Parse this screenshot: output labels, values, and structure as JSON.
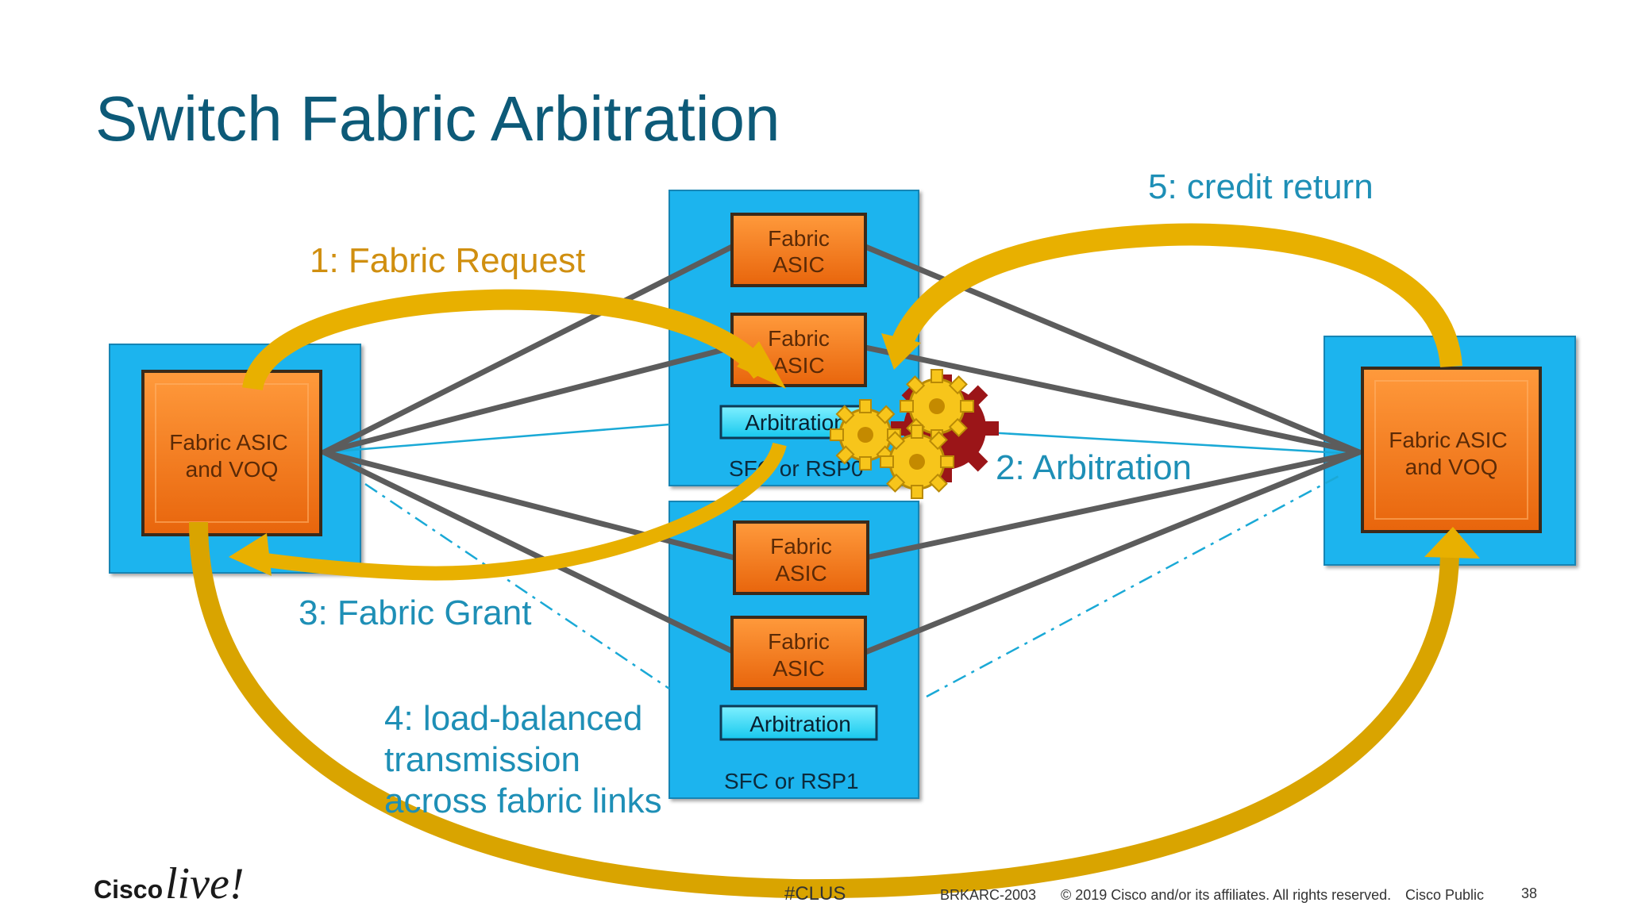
{
  "slide": {
    "title": "Switch Fabric Arbitration"
  },
  "nodes": {
    "left_linecard_label": [
      "Fabric ASIC",
      "and VOQ"
    ],
    "right_linecard_label": [
      "Fabric ASIC",
      "and VOQ"
    ],
    "fabric_asic_label": [
      "Fabric",
      "ASIC"
    ],
    "arbitration_label": "Arbitration",
    "rsp0_label": "SFC or RSP0",
    "rsp1_label": "SFC or RSP1"
  },
  "steps": {
    "step1": "1: Fabric Request",
    "step2": "2: Arbitration",
    "step3": "3: Fabric Grant",
    "step4": [
      "4: load-balanced",
      "transmission",
      "across fabric links"
    ],
    "step5": "5: credit return"
  },
  "footer": {
    "logo_cisco": "Cisco",
    "logo_live": "live!",
    "hashtag": "#CLUS",
    "session": "BRKARC-2003",
    "copyright": "© 2019  Cisco and/or its affiliates. All rights reserved.",
    "classification": "Cisco Public",
    "page_number": "38"
  },
  "colors": {
    "title": "#0d5a78",
    "panel_blue": "#1cb4ee",
    "asic_orange": "#f47a1f",
    "arrow_gold": "#e8b000",
    "step_teal": "#1e8fb6",
    "step_gold": "#d08f10",
    "link_gray": "#5c5c5c",
    "gear_yellow": "#f7c51b",
    "gear_red": "#9b1518"
  }
}
